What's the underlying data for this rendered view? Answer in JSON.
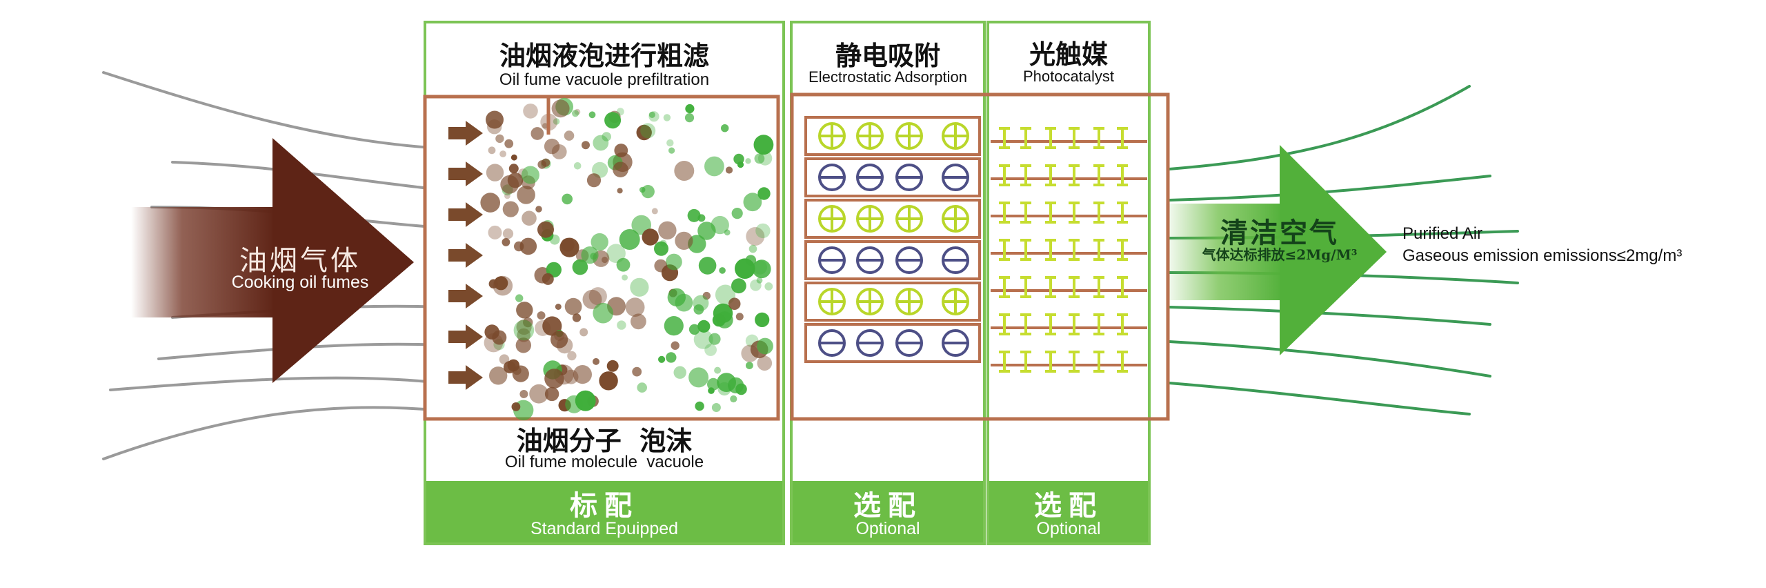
{
  "inlet": {
    "label_cn": "油烟气体",
    "label_en": "Cooking oil fumes"
  },
  "stages": [
    {
      "title_cn": "油烟液泡进行粗滤",
      "title_en": "Oil fume vacuole prefiltration",
      "bottom_cn": "油烟分子  泡沫",
      "bottom_en": "Oil fume molecule  vacuole",
      "status_cn": "标配",
      "status_en": "Standard Epuipped"
    },
    {
      "title_cn": "静电吸附",
      "title_en": "Electrostatic Adsorption",
      "status_cn": "选配",
      "status_en": "Optional"
    },
    {
      "title_cn": "光触媒",
      "title_en": "Photocatalyst",
      "status_cn": "选配",
      "status_en": "Optional"
    }
  ],
  "outlet": {
    "label_cn": "清洁空气",
    "sub_cn": "气体达标排放≤2Mg/M³"
  },
  "result": {
    "line1": "Purified Air",
    "line2": "Gaseous emission emissions≤2mg/m³"
  },
  "colors": {
    "green": "#6cbd45",
    "green_frame": "#7cc455",
    "brown": "#6e2d1c",
    "copper_frame": "#b8704e",
    "particle_brown": "#7a4a2c",
    "particle_green": "#3fae3a",
    "charge_positive": "#b9d62a",
    "charge_negative": "#4d4f86",
    "catalyst": "#c6dd30",
    "flow_line_grey": "#9a9a9a",
    "flow_line_green": "#3b9a55"
  },
  "icons": {
    "inlet_arrow": "large-right-arrow",
    "outlet_arrow": "large-right-arrow",
    "positive_charge": "circle-plus",
    "negative_charge": "circle-minus",
    "catalyst_unit": "i-beam"
  }
}
